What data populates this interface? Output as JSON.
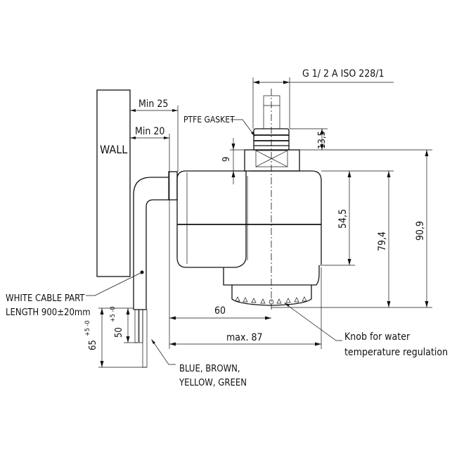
{
  "labels": {
    "wall": "WALL",
    "min25": "Min  25",
    "min20": "Min  20",
    "thread": "G 1/  2  A  ISO 228/1",
    "gasket": "PTFE GASKET",
    "cable_line1": "WHITE CABLE PART",
    "cable_line2": "LENGTH 900±20mm",
    "wires_line1": "BLUE, BROWN,",
    "wires_line2": "YELLOW, GREEN",
    "knob_line1": "Knob for water",
    "knob_line2": "temperature regulation"
  },
  "dimensions": {
    "d9": "9",
    "d13_5": "13,5",
    "d54_5": "54,5",
    "d79_4": "79,4",
    "d90_9": "90,9",
    "d60": "60",
    "dmax87": "max.  87",
    "d50": "50",
    "d50_tol": "+5  -0",
    "d65": "65",
    "d65_tol": "+5  -0"
  }
}
